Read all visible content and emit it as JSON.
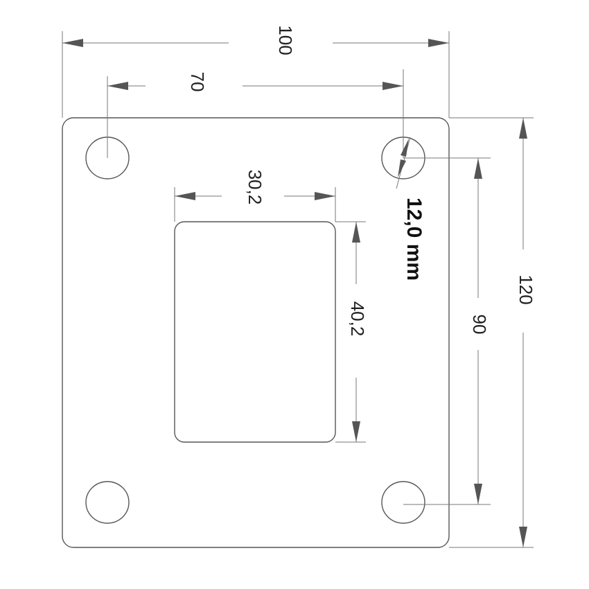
{
  "drawing": {
    "dimensions": {
      "overall_width": "100",
      "hole_spacing_x": "70",
      "cutout_width": "30,2",
      "hole_diameter": "12,0 mm",
      "cutout_height": "40,2",
      "hole_spacing_y": "90",
      "overall_height": "120"
    }
  }
}
